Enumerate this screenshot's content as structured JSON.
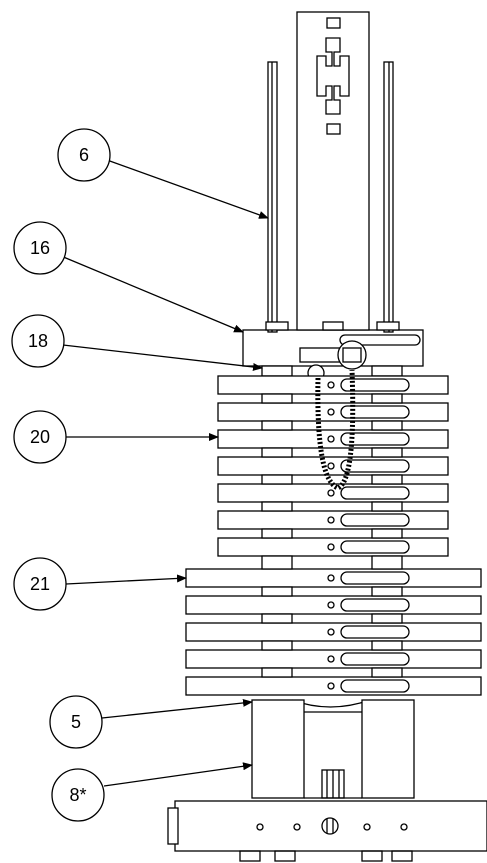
{
  "callouts": [
    {
      "id": "c6",
      "label": "6"
    },
    {
      "id": "c16",
      "label": "16"
    },
    {
      "id": "c18",
      "label": "18"
    },
    {
      "id": "c20",
      "label": "20"
    },
    {
      "id": "c21",
      "label": "21"
    },
    {
      "id": "c5",
      "label": "5"
    },
    {
      "id": "c8",
      "label": "8*"
    }
  ]
}
